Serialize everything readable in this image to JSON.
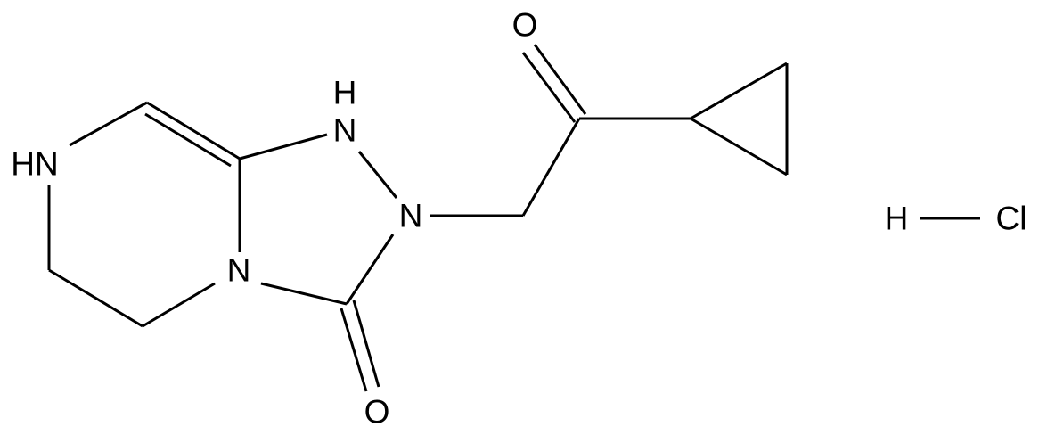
{
  "colors": {
    "background": "#ffffff",
    "ink": "#000000"
  },
  "atoms": {
    "oxygen_top": "O",
    "nh_top_h": "H",
    "nh_top_n": "N",
    "hn_left": "HN",
    "n_middle": "N",
    "n_ring": "N",
    "oxygen_bottom": "O",
    "hcl_h": "H",
    "hcl_cl": "Cl"
  }
}
